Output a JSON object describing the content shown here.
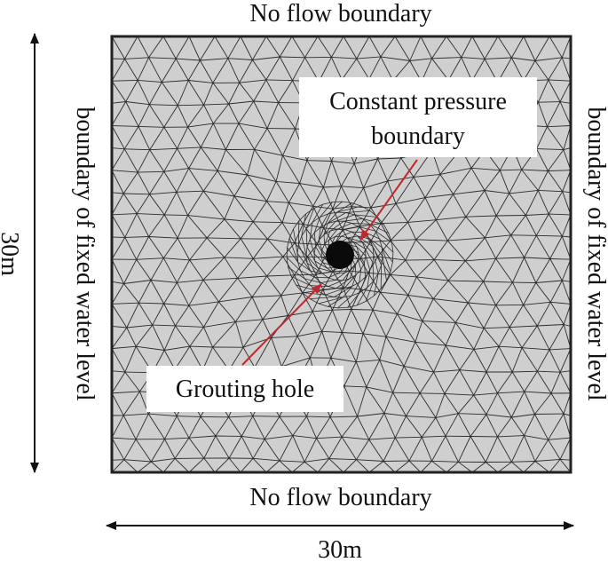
{
  "labels": {
    "top_boundary": "No flow boundary",
    "bottom_boundary": "No flow boundary",
    "left_boundary": "boundary of fixed water level",
    "right_boundary": "boundary of fixed water level",
    "height_dimension": "30m",
    "width_dimension": "30m",
    "callout_pressure_line1": "Constant pressure",
    "callout_pressure_line2": "boundary",
    "callout_hole": "Grouting hole"
  },
  "colors": {
    "domain_fill": "#cfcfcf",
    "mesh_line": "#2b2b2b",
    "frame": "#222222",
    "arrow": "#c0282d",
    "hole_cluster": "#0a0a0a",
    "text": "#111111"
  }
}
